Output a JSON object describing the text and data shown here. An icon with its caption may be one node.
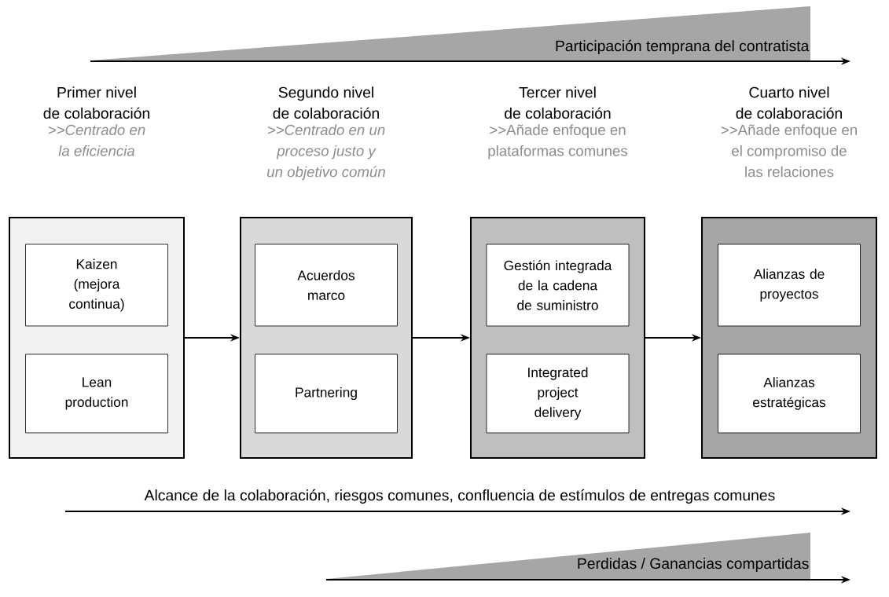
{
  "diagram": {
    "nodes": [
      {
        "text": [],
        "shape": "box",
        "beside": [
          "Primer nivel de colaboración",
          ">>Centrado en la eficiencia"
        ]
      },
      {
        "text": [
          "Kaizen (mejora continua)"
        ],
        "in": 0
      },
      {
        "text": [
          "Lean production"
        ],
        "in": 0
      },
      {
        "text": [],
        "shape": "box",
        "beside": [
          "Segundo nivel de colaboración",
          ">>Centrado en un proceso justo y un objetivo común"
        ]
      },
      {
        "text": [
          "Acuerdos marco"
        ],
        "in": 3
      },
      {
        "text": [
          "Partnering"
        ],
        "in": 3
      },
      {
        "text": [],
        "shape": "box",
        "beside": [
          "Tercer nivel de colaboración",
          ">>Añade enfoque en plataformas comunes"
        ]
      },
      {
        "text": [
          "Gestión integrada de la cadena de suministro"
        ],
        "in": 6
      },
      {
        "text": [
          "Integrated project delivery"
        ],
        "in": 6
      },
      {
        "text": [],
        "shape": "box",
        "beside": [
          "Cuarto nivel de colaboración",
          ">>Añade enfoque en el compromiso de las relaciones"
        ]
      },
      {
        "text": [
          "Alianzas de proyectos"
        ],
        "in": 9
      },
      {
        "text": [
          "Alianzas estratégicas"
        ],
        "in": 9
      }
    ],
    "edges": [
      {
        "from": 0,
        "to": 3,
        "arrow": "to"
      },
      {
        "from": 3,
        "to": 6,
        "arrow": "to"
      },
      {
        "from": 6,
        "to": 9,
        "arrow": "to"
      }
    ],
    "labels": [
      "Participación temprana del contratista",
      "Alcance de la colaboración, riesgos comunes, confluencia  de estímulos de entregas comunes",
      "Perdidas / Ganancias compartidas"
    ]
  }
}
